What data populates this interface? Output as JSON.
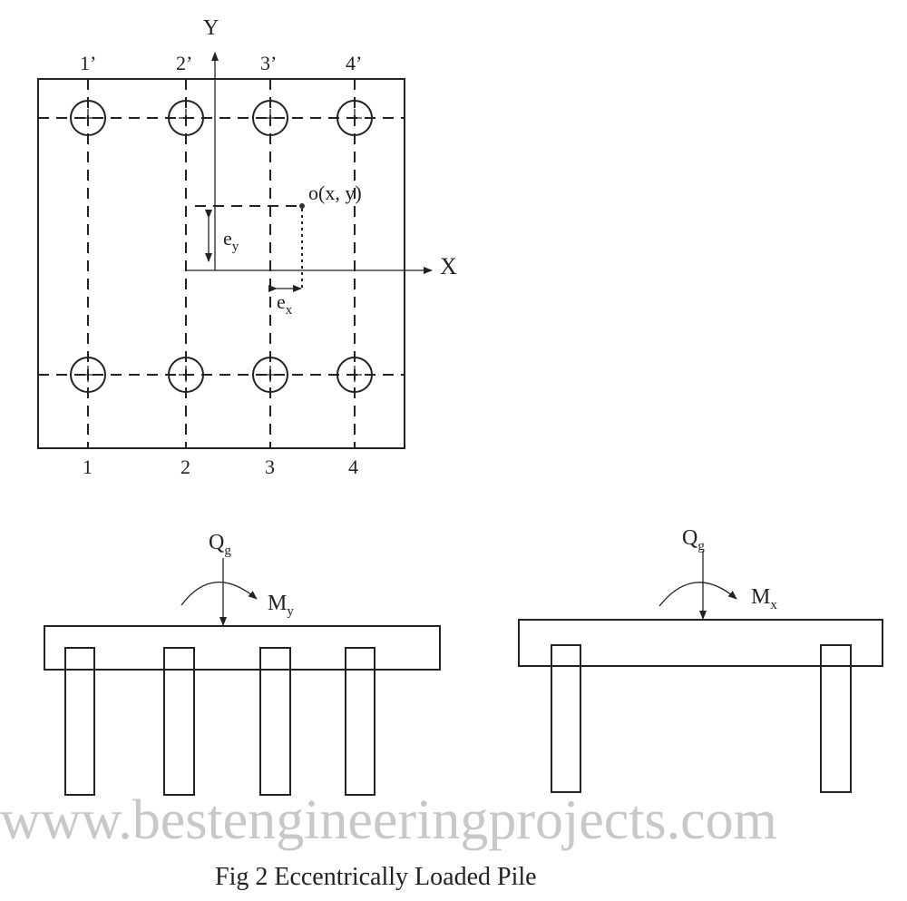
{
  "plan": {
    "top_labels": [
      "1’",
      "2’",
      "3’",
      "4’"
    ],
    "bottom_labels": [
      "1",
      "2",
      "3",
      "4"
    ],
    "y_axis": "Y",
    "x_axis": "X",
    "point": "o(x, y)",
    "ey": {
      "base": "e",
      "sub": "y"
    },
    "ex": {
      "base": "e",
      "sub": "x"
    }
  },
  "watermark": "www.bestengineeringprojects.com",
  "section_left": {
    "load": {
      "base": "Q",
      "sub": "g"
    },
    "moment": {
      "base": "M",
      "sub": "y"
    }
  },
  "section_right": {
    "load": {
      "base": "Q",
      "sub": "g"
    },
    "moment": {
      "base": "M",
      "sub": "x"
    }
  },
  "caption": "Fig 2 Eccentrically Loaded Pile"
}
